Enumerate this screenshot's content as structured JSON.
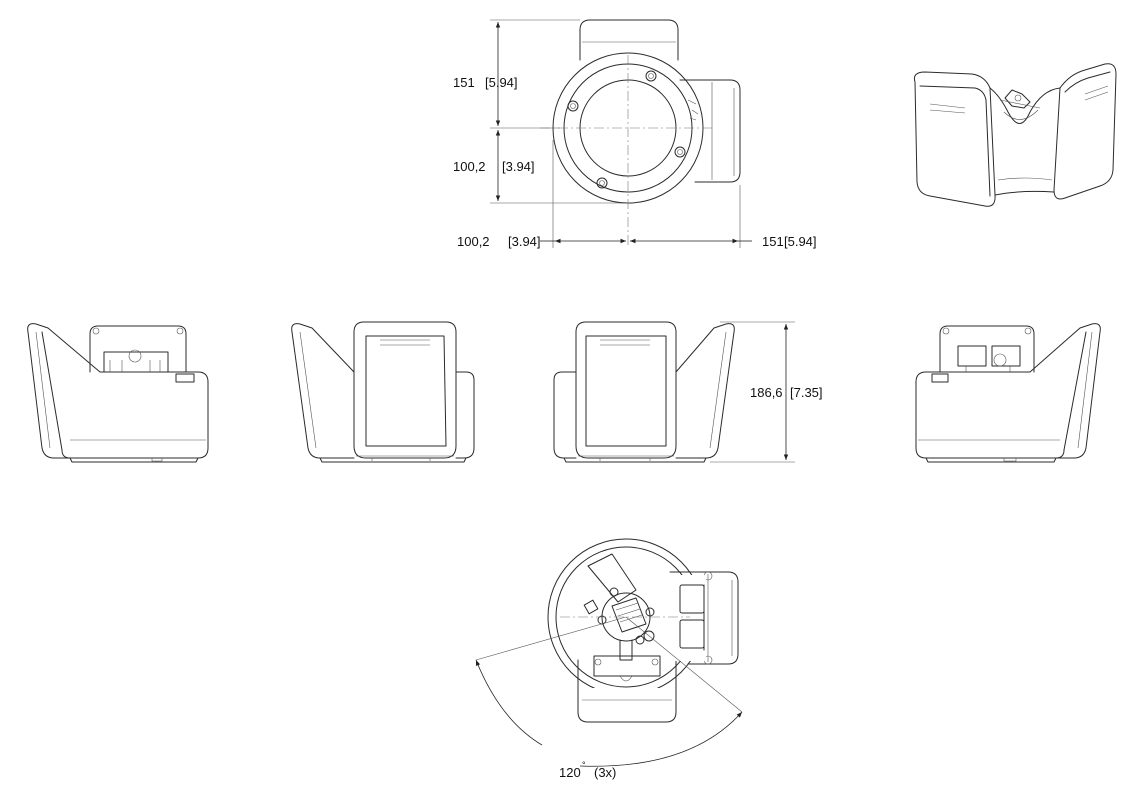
{
  "dimensions": {
    "top_view_upper_height": "151",
    "top_view_upper_height_in": "[5.94]",
    "top_view_lower_height": "100,2",
    "top_view_lower_height_in": "[3.94]",
    "top_view_left_width": "100,2",
    "top_view_left_width_in": "[3.94]",
    "top_view_right_width": "151",
    "top_view_right_width_in": "[5.94]",
    "side_view_height": "186,6",
    "side_view_height_in": "[7.35]",
    "bottom_view_angle": "120",
    "bottom_view_angle_unit": "°",
    "bottom_view_angle_count": "(3x)"
  },
  "colors": {
    "line": "#2b2b2b",
    "dimension": "#222222",
    "background": "#ffffff"
  }
}
